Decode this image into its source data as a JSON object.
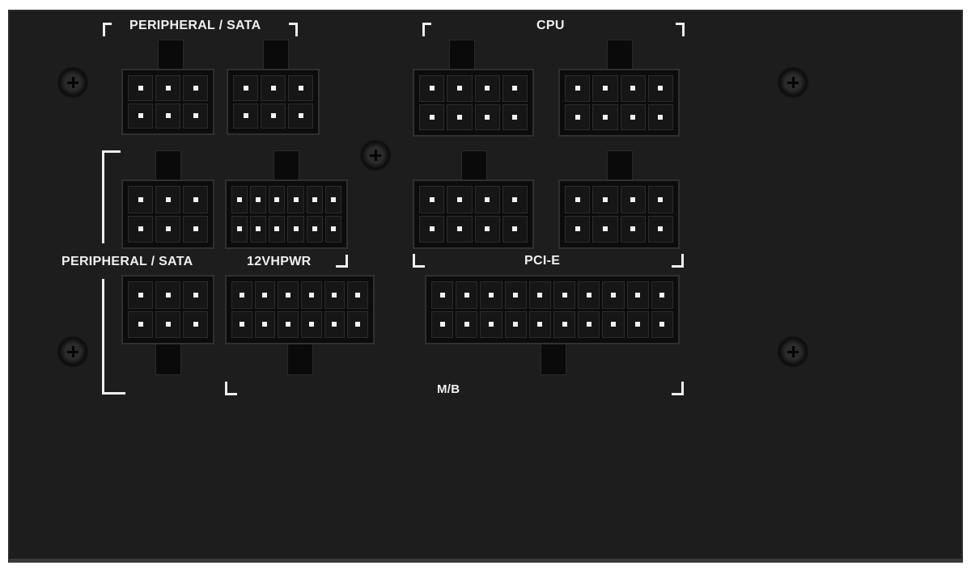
{
  "labels": {
    "peripheral_sata_top": "PERIPHERAL / SATA",
    "cpu": "CPU",
    "peripheral_sata_mid": "PERIPHERAL / SATA",
    "hpwr": "12VHPWR",
    "pcie": "PCI-E",
    "mb": "M/B"
  }
}
